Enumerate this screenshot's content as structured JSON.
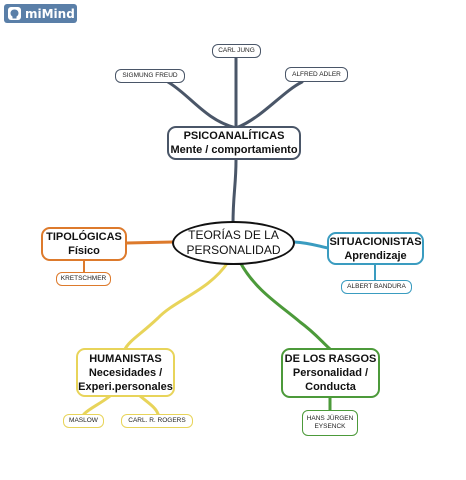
{
  "brand": {
    "name": "miMind",
    "color": "#5a7fa8"
  },
  "colors": {
    "center": "#111111",
    "psico": "#4a5668",
    "tipo": "#dd7a2c",
    "situ": "#3a9cc0",
    "huma": "#e8d45a",
    "rasgos": "#4c9a3a"
  },
  "center": {
    "line1": "TEORÍAS DE LA",
    "line2": "PERSONALIDAD"
  },
  "branches": {
    "psico": {
      "title": "PSICOANALÍTICAS",
      "subtitle": "Mente / comportamiento",
      "leaves": [
        "SIGMUNG FREUD",
        "CARL JUNG",
        "ALFRED ADLER"
      ]
    },
    "tipo": {
      "title": "TIPOLÓGICAS",
      "subtitle": "Físico",
      "leaves": [
        "KRETSCHMER"
      ]
    },
    "situ": {
      "title": "SITUACIONISTAS",
      "subtitle": "Aprendizaje",
      "leaves": [
        "ALBERT BANDURA"
      ]
    },
    "huma": {
      "title": "HUMANISTAS",
      "subtitle1": "Necesidades /",
      "subtitle2": "Experi.personales",
      "leaves": [
        "MASLOW",
        "CARL. R. ROGERS"
      ]
    },
    "rasgos": {
      "title": "DE LOS RASGOS",
      "subtitle1": "Personalidad /",
      "subtitle2": "Conducta",
      "leaves": [
        {
          "line1": "HANS JÜRGEN",
          "line2": "EYSENCK"
        }
      ]
    }
  }
}
